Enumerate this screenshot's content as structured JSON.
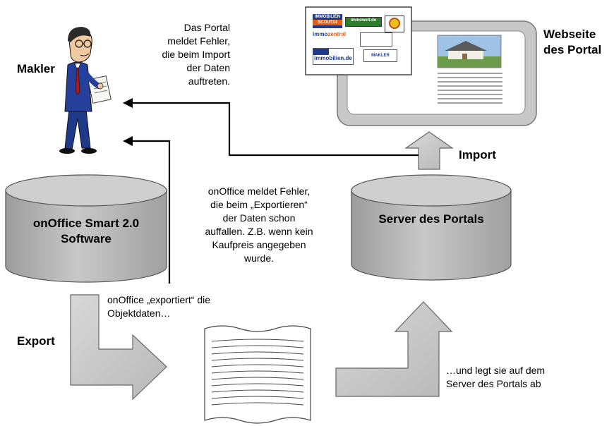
{
  "labels": {
    "makler": "Makler",
    "webseite_line1": "Webseite",
    "webseite_line2": "des Portal",
    "import": "Import",
    "export": "Export"
  },
  "cylinders": {
    "software_line1": "onOffice Smart 2.0",
    "software_line2": "Software",
    "server": "Server des Portals"
  },
  "notes": {
    "portal_error": [
      "Das Portal",
      "meldet Fehler,",
      "die beim Import",
      "der Daten",
      "auftreten."
    ],
    "onoffice_error": [
      "onOffice meldet Fehler,",
      "die beim „Exportieren“",
      "der Daten schon",
      "auffallen. Z.B. wenn kein",
      "Kaufpreis angegeben",
      "wurde."
    ],
    "exports": [
      "onOffice „exportiert“ die",
      "Objektdaten…"
    ],
    "places": [
      "…und legt sie auf dem",
      "Server des Portals ab"
    ]
  },
  "logos": {
    "logo1_line1": "IMMOBILIEN",
    "logo1_line2": "SCOUT24",
    "logo2": "immowelt.de",
    "logo4_line1": "immo",
    "logo4_line2": "zentral",
    "logo6": "immobilien.de",
    "logo7": "MAKLER"
  },
  "colors": {
    "arrow_fill": "#c0c0c0",
    "arrow_stroke": "#6e6e6e",
    "cylinder_body": "#b4b4b4",
    "cylinder_top": "#cccccc"
  }
}
